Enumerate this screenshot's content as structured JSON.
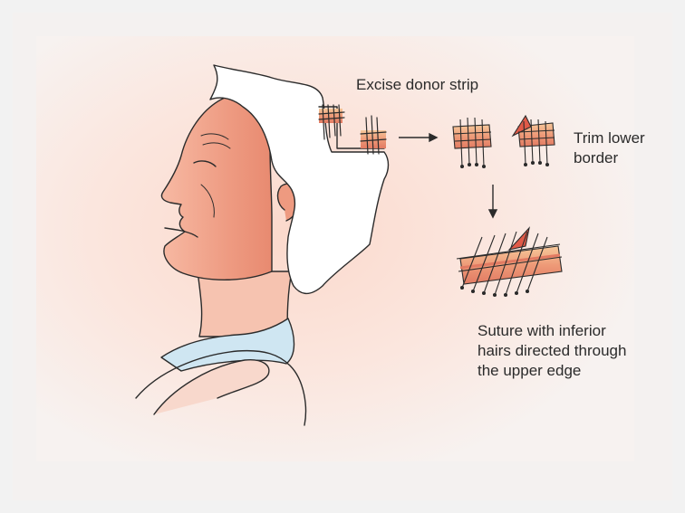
{
  "labels": {
    "excise": "Excise donor strip",
    "trim": "Trim lower\nborder",
    "suture": "Suture with inferior\nhairs directed through\nthe upper edge"
  },
  "colors": {
    "background": "#f2f2f2",
    "panel": "#fbe7df",
    "skin": "#f2a98f",
    "skin_dark": "#e9856d",
    "collar": "#cfe6f2",
    "hair": "#ffffff",
    "line": "#2b2b2b",
    "cut": "#e05a48"
  }
}
